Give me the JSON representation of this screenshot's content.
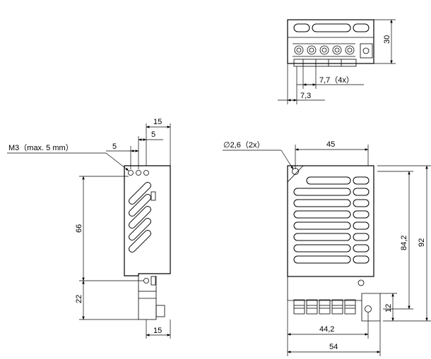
{
  "dimensions": {
    "top_height": "30",
    "top_pitch": "7,7（4x）",
    "top_offset": "7,3",
    "side_width_top": "15",
    "side_pitch_a": "5",
    "side_pitch_b": "5",
    "side_screw": "M3（max. 5 mm）",
    "side_height_main": "66",
    "side_height_lower": "22",
    "side_width_bottom": "15",
    "front_hole": "∅2,6（2x）",
    "front_width_top": "45",
    "front_height_inner": "84,2",
    "front_height_total": "92",
    "front_height_tab": "12",
    "front_width_terminals": "44,2",
    "front_width_total": "54"
  },
  "colors": {
    "line": "#000000",
    "background": "#ffffff"
  }
}
